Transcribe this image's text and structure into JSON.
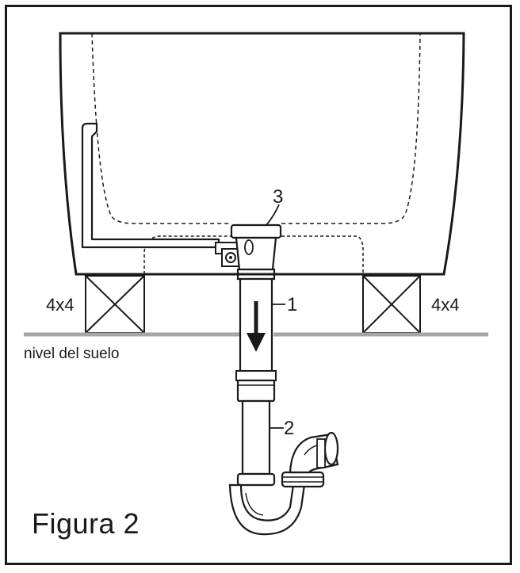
{
  "figure": {
    "caption": "Figura 2",
    "floor_label": "nivel del suelo",
    "support_label_left": "4x4",
    "support_label_right": "4x4",
    "callouts": [
      "1",
      "2",
      "3"
    ]
  },
  "colors": {
    "line": "#1a1a1a",
    "floor": "#a6a6a6"
  }
}
